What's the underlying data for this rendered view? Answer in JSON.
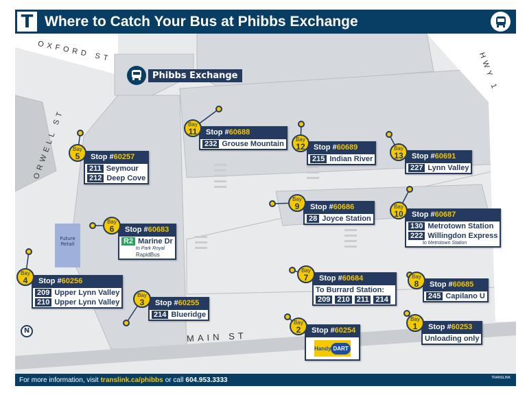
{
  "header": {
    "logo": "T",
    "title": "Where to Catch Your Bus at Phibbs Exchange",
    "icon": "bus-icon"
  },
  "exchange_label": "Phibbs Exchange",
  "streets": {
    "oxford": "OXFORD ST",
    "orwell": "ORWELL ST",
    "main": "MAIN ST",
    "hwy": "HWY 1"
  },
  "future_retail": "Future Retail",
  "compass": "N",
  "bay_word": "Bay",
  "stop_prefix": "Stop #",
  "bays": [
    {
      "bay": "1",
      "stop": "60253",
      "text": "Unloading only"
    },
    {
      "bay": "2",
      "stop": "60254",
      "logo": "HandyDART",
      "logo_a": "Handy",
      "logo_b": "DART"
    },
    {
      "bay": "3",
      "stop": "60255",
      "routes": [
        {
          "num": "214",
          "name": "Blueridge"
        }
      ]
    },
    {
      "bay": "4",
      "stop": "60256",
      "routes": [
        {
          "num": "209",
          "name": "Upper Lynn Valley"
        },
        {
          "num": "210",
          "name": "Upper Lynn Valley"
        }
      ]
    },
    {
      "bay": "5",
      "stop": "60257",
      "routes": [
        {
          "num": "211",
          "name": "Seymour"
        },
        {
          "num": "212",
          "name": "Deep Cove"
        }
      ]
    },
    {
      "bay": "6",
      "stop": "60683",
      "routes": [
        {
          "num": "R2",
          "name": "Marine Dr"
        }
      ],
      "note": "to Park Royal",
      "extra": "RapidBus"
    },
    {
      "bay": "7",
      "stop": "60684",
      "text": "To Burrard Station:",
      "nums": [
        "209",
        "210",
        "211",
        "214"
      ]
    },
    {
      "bay": "8",
      "stop": "60685",
      "routes": [
        {
          "num": "245",
          "name": "Capilano U"
        }
      ]
    },
    {
      "bay": "9",
      "stop": "60686",
      "routes": [
        {
          "num": "28",
          "name": "Joyce Station"
        }
      ]
    },
    {
      "bay": "10",
      "stop": "60687",
      "routes": [
        {
          "num": "130",
          "name": "Metrotown Station"
        },
        {
          "num": "222",
          "name": "Willingdon Express"
        }
      ],
      "note": "to Metrotown Station"
    },
    {
      "bay": "11",
      "stop": "60688",
      "routes": [
        {
          "num": "232",
          "name": "Grouse Mountain"
        }
      ]
    },
    {
      "bay": "12",
      "stop": "60689",
      "routes": [
        {
          "num": "215",
          "name": "Indian River"
        }
      ]
    },
    {
      "bay": "13",
      "stop": "60691",
      "routes": [
        {
          "num": "227",
          "name": "Lynn Valley"
        }
      ]
    }
  ],
  "footer": {
    "pre": "For more information, visit",
    "link": "translink.ca/phibbs",
    "mid": "or call",
    "phone": "604.953.3333",
    "logo": "TRANSLINK"
  },
  "colors": {
    "navy": "#243a5e",
    "yellow": "#f5c800",
    "header": "#083e63",
    "road": "#d5d9de"
  }
}
